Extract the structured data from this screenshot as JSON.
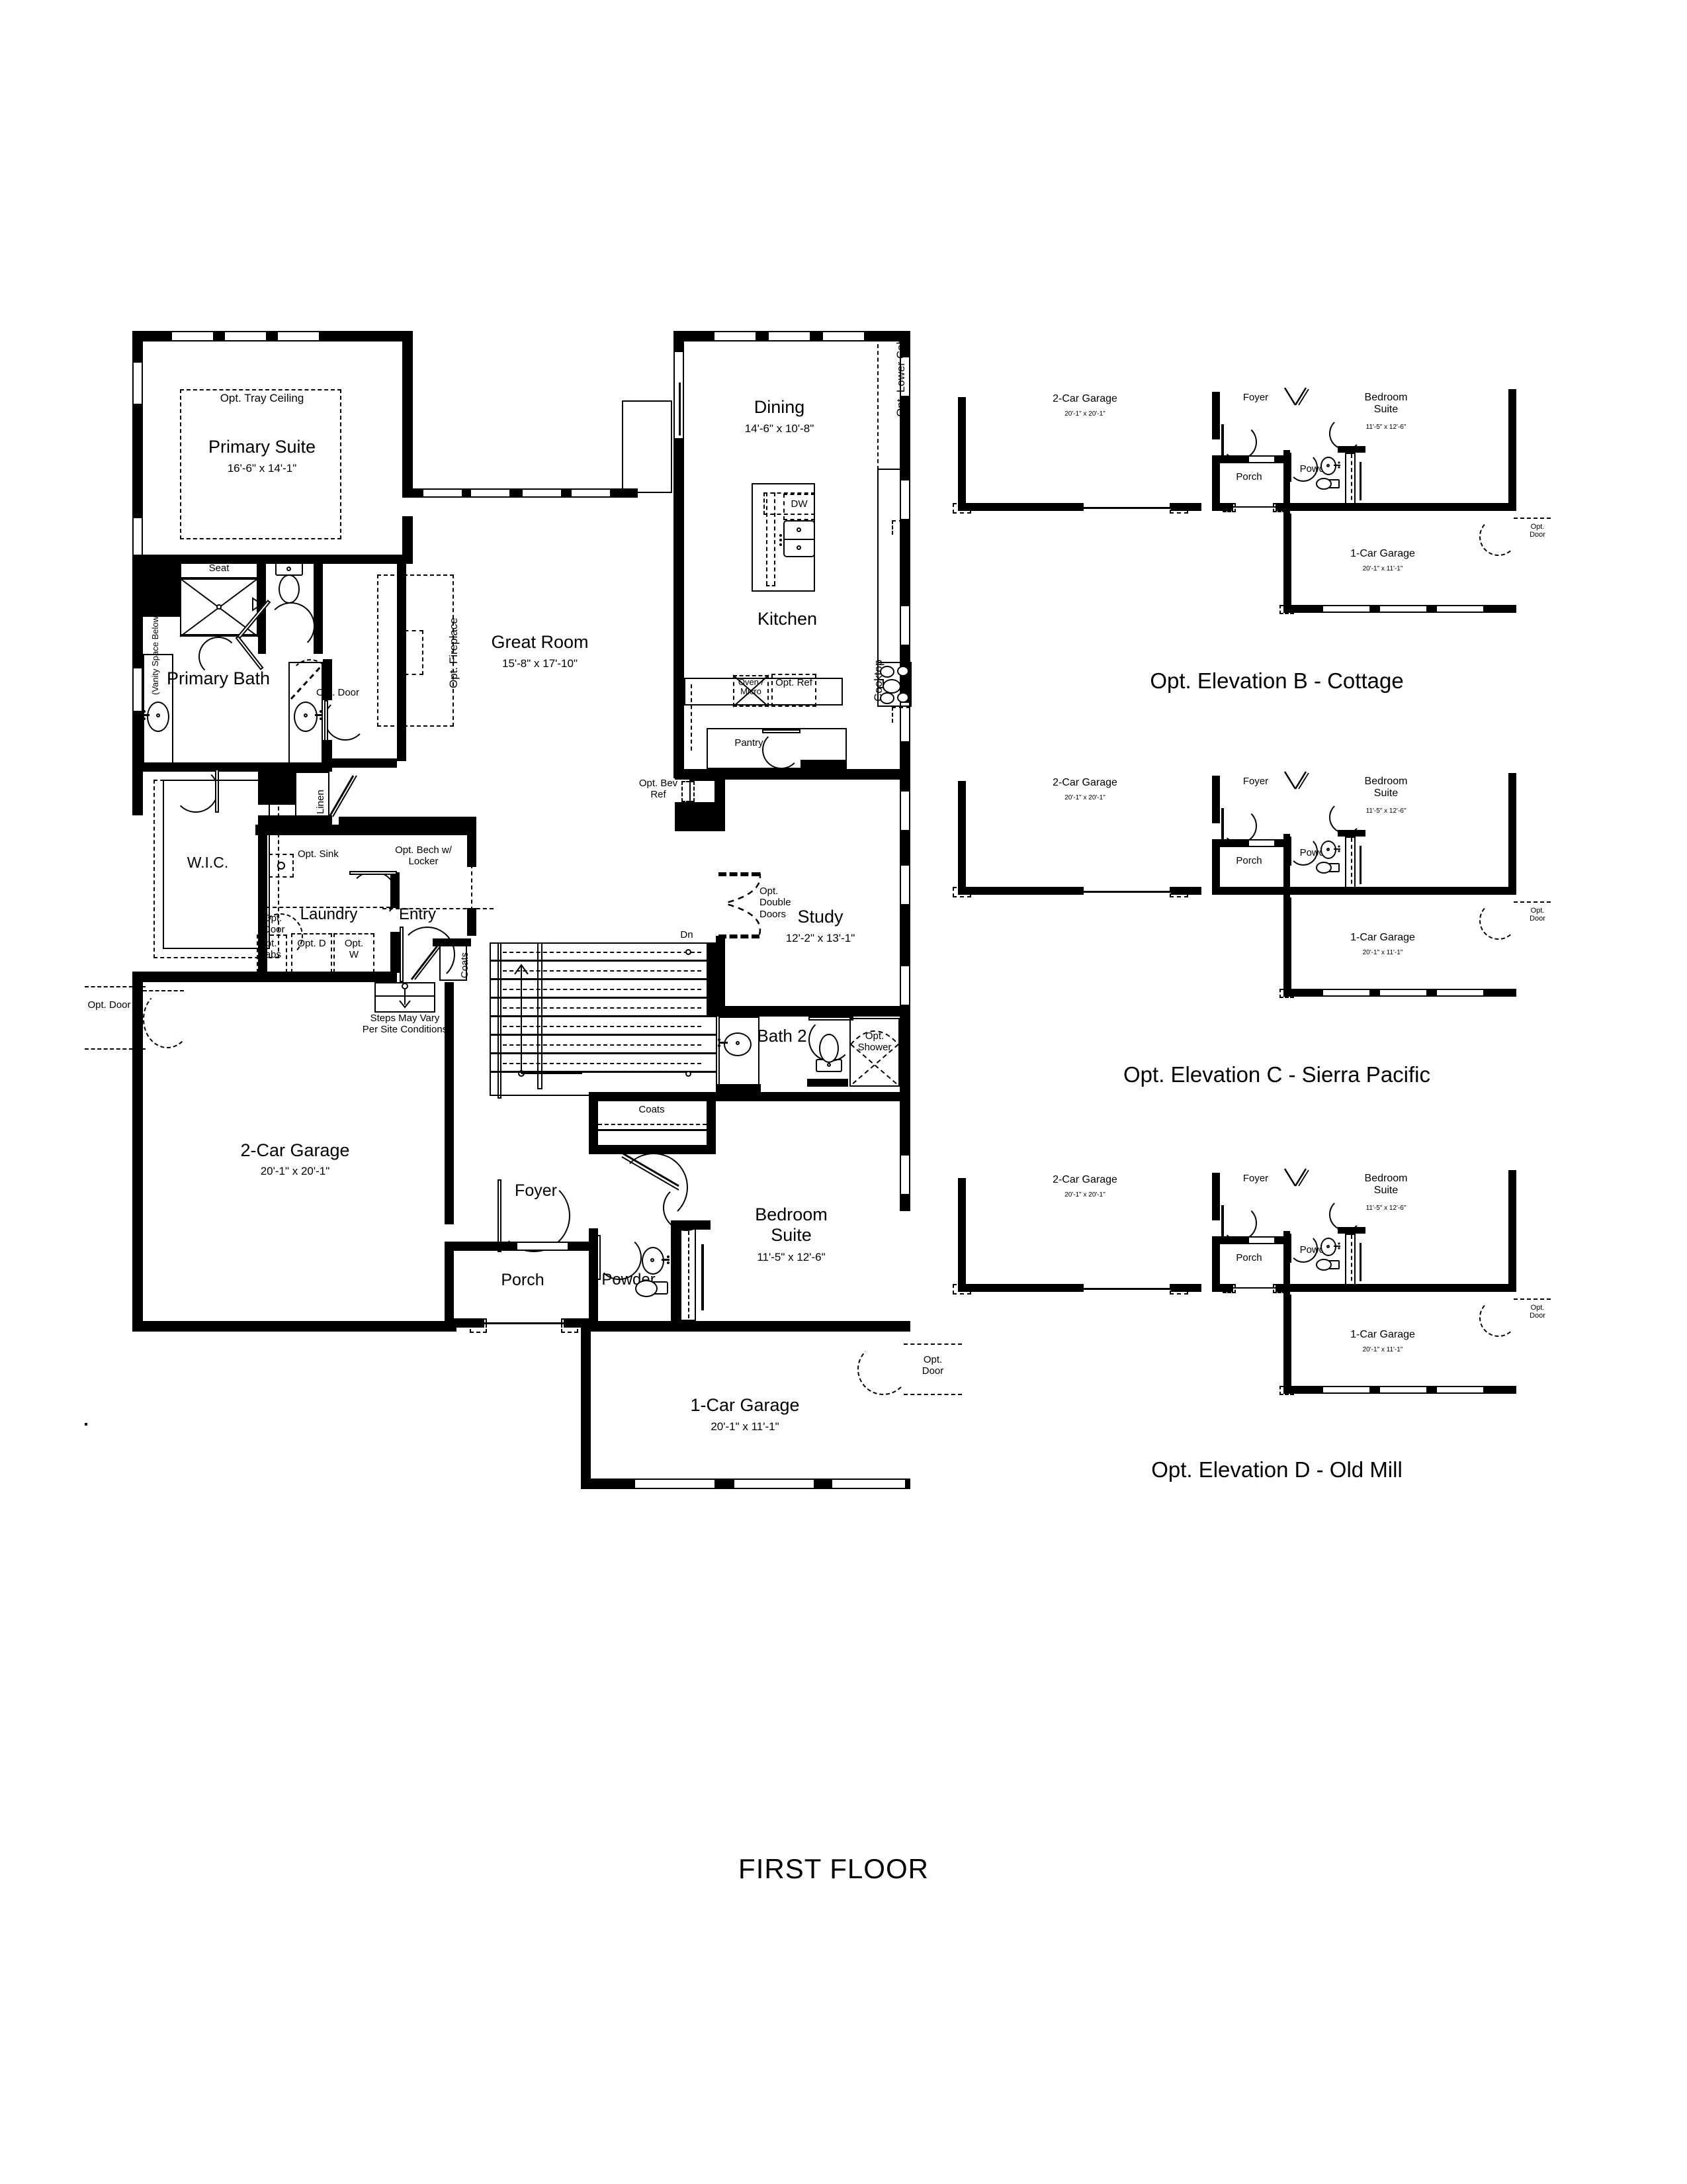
{
  "sheet": {
    "title": "FIRST FLOOR"
  },
  "main_plan": {
    "rooms": [
      {
        "name": "Primary Suite",
        "dim": "16'-6\" x 14'-1\""
      },
      {
        "name": "Great Room",
        "dim": "15'-8\" x 17'-10\""
      },
      {
        "name": "Dining",
        "dim": "14'-6\" x 10'-8\""
      },
      {
        "name": "Kitchen",
        "dim": ""
      },
      {
        "name": "Primary Bath",
        "dim": ""
      },
      {
        "name": "W.I.C.",
        "dim": ""
      },
      {
        "name": "Laundry",
        "dim": ""
      },
      {
        "name": "Entry",
        "dim": ""
      },
      {
        "name": "Study",
        "dim": "12'-2\" x 13'-1\""
      },
      {
        "name": "Bath 2",
        "dim": ""
      },
      {
        "name": "Bedroom Suite",
        "dim": "11'-5\" x 12'-6\""
      },
      {
        "name": "Foyer",
        "dim": ""
      },
      {
        "name": "Porch",
        "dim": ""
      },
      {
        "name": "Powder",
        "dim": ""
      },
      {
        "name": "2-Car Garage",
        "dim": "20'-1\" x 20'-1\""
      },
      {
        "name": "1-Car Garage",
        "dim": "20'-1\" x 11'-1\""
      }
    ],
    "labels": {
      "tray_ceiling": "Opt. Tray Ceiling",
      "seat": "Seat",
      "vanity_space_below": "(Vanity Space Below)",
      "opt_door_1": "Opt. Door",
      "opt_fireplace": "Opt. Fireplace",
      "linen": "Linen",
      "opt_sink": "Opt. Sink",
      "opt_bench_locker": "Opt. Bech w/ Locker",
      "opt_door_2": "Opt. Door",
      "opt_cabs": "Opt. Cabs",
      "opt_d": "Opt. D",
      "opt_w": "Opt. W",
      "coats": "Coats",
      "opt_door_garage": "Opt. Door",
      "steps_may_vary": "Steps May Vary",
      "per_site_conditions": "Per Site Conditions",
      "opt_lower_cab": "Opt. Lower Cab",
      "cooktop": "Cooktop",
      "dw": "DW",
      "oven_micro": "Oven / Micro",
      "opt_ref": "Opt. Ref",
      "pantry": "Pantry",
      "opt_bev_ref": "Opt. Bev Ref",
      "opt_double_doors": "Opt. Double Doors",
      "dn": "Dn",
      "opt_shower": "Opt. Shower",
      "opt_door_right": "Opt. Door"
    }
  },
  "elevations": [
    {
      "caption": "Opt. Elevation B - Cottage",
      "rooms": [
        {
          "name": "2-Car Garage",
          "dim": "20'-1\" x 20'-1\""
        },
        {
          "name": "Foyer",
          "dim": ""
        },
        {
          "name": "Porch",
          "dim": ""
        },
        {
          "name": "Powder",
          "dim": ""
        },
        {
          "name": "Bedroom Suite",
          "dim": "11'-5\" x 12'-6\""
        },
        {
          "name": "1-Car Garage",
          "dim": "20'-1\" x 11'-1\""
        }
      ],
      "opt_door": "Opt. Door",
      "has_left_opt_door": false
    },
    {
      "caption": "Opt. Elevation C - Sierra Pacific",
      "rooms": [
        {
          "name": "2-Car Garage",
          "dim": "20'-1\" x 20'-1\""
        },
        {
          "name": "Foyer",
          "dim": ""
        },
        {
          "name": "Porch",
          "dim": ""
        },
        {
          "name": "Powder",
          "dim": ""
        },
        {
          "name": "Bedroom Suite",
          "dim": "11'-5\" x 12'-6\""
        },
        {
          "name": "1-Car Garage",
          "dim": "20'-1\" x 11'-1\""
        }
      ],
      "opt_door": "Opt. Door",
      "has_left_opt_door": false
    },
    {
      "caption": "Opt. Elevation D - Old Mill",
      "rooms": [
        {
          "name": "2-Car Garage",
          "dim": "20'-1\" x 20'-1\""
        },
        {
          "name": "Foyer",
          "dim": ""
        },
        {
          "name": "Porch",
          "dim": ""
        },
        {
          "name": "Powder",
          "dim": ""
        },
        {
          "name": "Bedroom Suite",
          "dim": "11'-5\" x 12'-6\""
        },
        {
          "name": "1-Car Garage",
          "dim": "20'-1\" x 11'-1\""
        }
      ],
      "opt_door": "Opt. Door",
      "has_left_opt_door": false
    }
  ],
  "colors": {
    "ink": "#000000",
    "paper": "#ffffff"
  }
}
